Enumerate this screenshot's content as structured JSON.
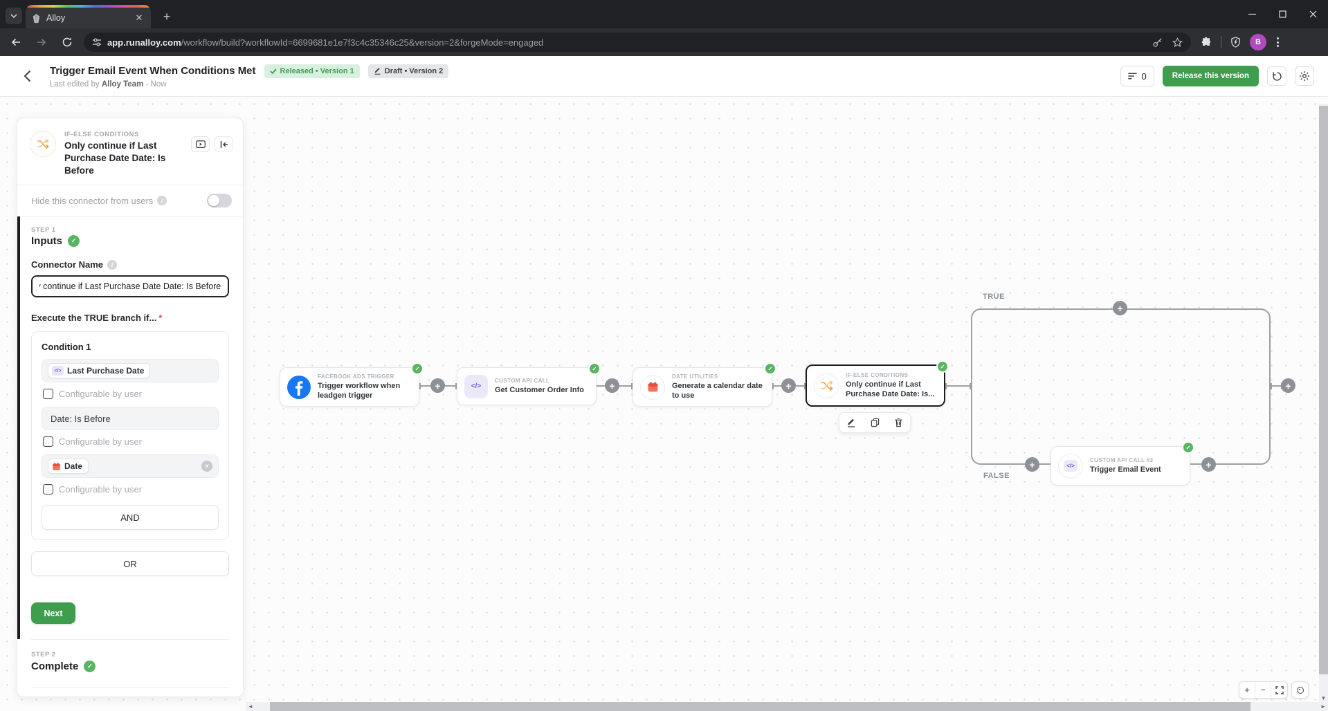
{
  "browser": {
    "tab_title": "Alloy",
    "url_host": "app.runalloy.com",
    "url_path": "/workflow/build?workflowId=6699681e1e7f3c4c35346c25&version=2&forgeMode=engaged",
    "profile_initial": "B"
  },
  "header": {
    "title": "Trigger Email Event When Conditions Met",
    "released_badge": "Released • Version 1",
    "draft_badge": "Draft • Version 2",
    "last_edited_prefix": "Last edited by",
    "last_edited_author": "Alloy Team",
    "last_edited_suffix": "- Now",
    "changes_count": "0",
    "release_button": "Release this version"
  },
  "panel": {
    "connector_type": "IF-ELSE CONDITIONS",
    "connector_title": "Only continue if Last Purchase Date Date: Is Before",
    "hide_connector_label": "Hide this connector from users",
    "step1_eyebrow": "STEP 1",
    "step1_title": "Inputs",
    "connector_name_label": "Connector Name",
    "connector_name_value": "Only continue if Last Purchase Date Date: Is Before",
    "execute_label": "Execute the TRUE branch if...",
    "required_mark": "*",
    "condition_title": "Condition 1",
    "condition_field1_chip": "Last Purchase Date",
    "condition_operator": "Date: Is Before",
    "condition_field2_chip": "Date",
    "configurable_label": "Configurable by user",
    "and_button": "AND",
    "or_button": "OR",
    "next_button": "Next",
    "step2_eyebrow": "STEP 2",
    "step2_title": "Complete"
  },
  "canvas": {
    "true_label": "TRUE",
    "false_label": "FALSE",
    "nodes": [
      {
        "type": "FACEBOOK ADS TRIGGER",
        "title": "Trigger workflow when leadgen trigger"
      },
      {
        "type": "CUSTOM API CALL",
        "title": "Get Customer Order Info"
      },
      {
        "type": "DATE UTILITIES",
        "title": "Generate a calendar date to use"
      },
      {
        "type": "IF-ELSE CONDITIONS",
        "title": "Only continue if Last Purchase Date Date: Is..."
      },
      {
        "type": "CUSTOM API CALL #2",
        "title": "Trigger Email Event"
      }
    ]
  },
  "icons": {
    "code_glyph": "</>"
  },
  "colors": {
    "accent_green": "#3f9e4e",
    "facebook_blue": "#1877f2",
    "code_purple": "#6c5ac8",
    "calendar_coral": "#f0614a",
    "shuffle_orange": "#f0a448",
    "selected_border": "#1b1c1f"
  }
}
